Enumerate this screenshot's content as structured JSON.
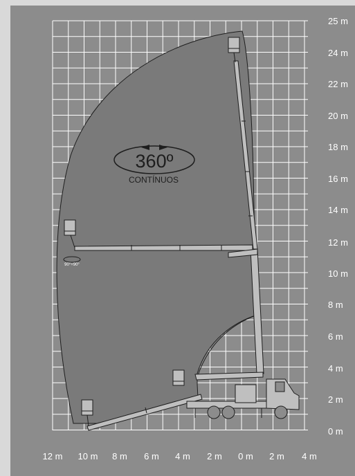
{
  "rotation": {
    "value": "360º",
    "label": "CONTÍNUOS"
  },
  "basket_rotation": "90°+90°",
  "height_labels": [
    "25 m",
    "24 m",
    "22 m",
    "20 m",
    "18 m",
    "16 m",
    "14 m",
    "12 m",
    "10 m",
    "8 m",
    "6 m",
    "4 m",
    "2 m",
    "0 m"
  ],
  "reach_labels": [
    "12 m",
    "10 m",
    "8 m",
    "6 m",
    "4 m",
    "2 m",
    "0 m",
    "2 m",
    "4 m"
  ],
  "colors": {
    "background": "#8c8c8c",
    "grid": "#ffffff",
    "envelope": "#7a7a7a",
    "outline": "#1e1e1e",
    "page": "#d9d9d9"
  }
}
